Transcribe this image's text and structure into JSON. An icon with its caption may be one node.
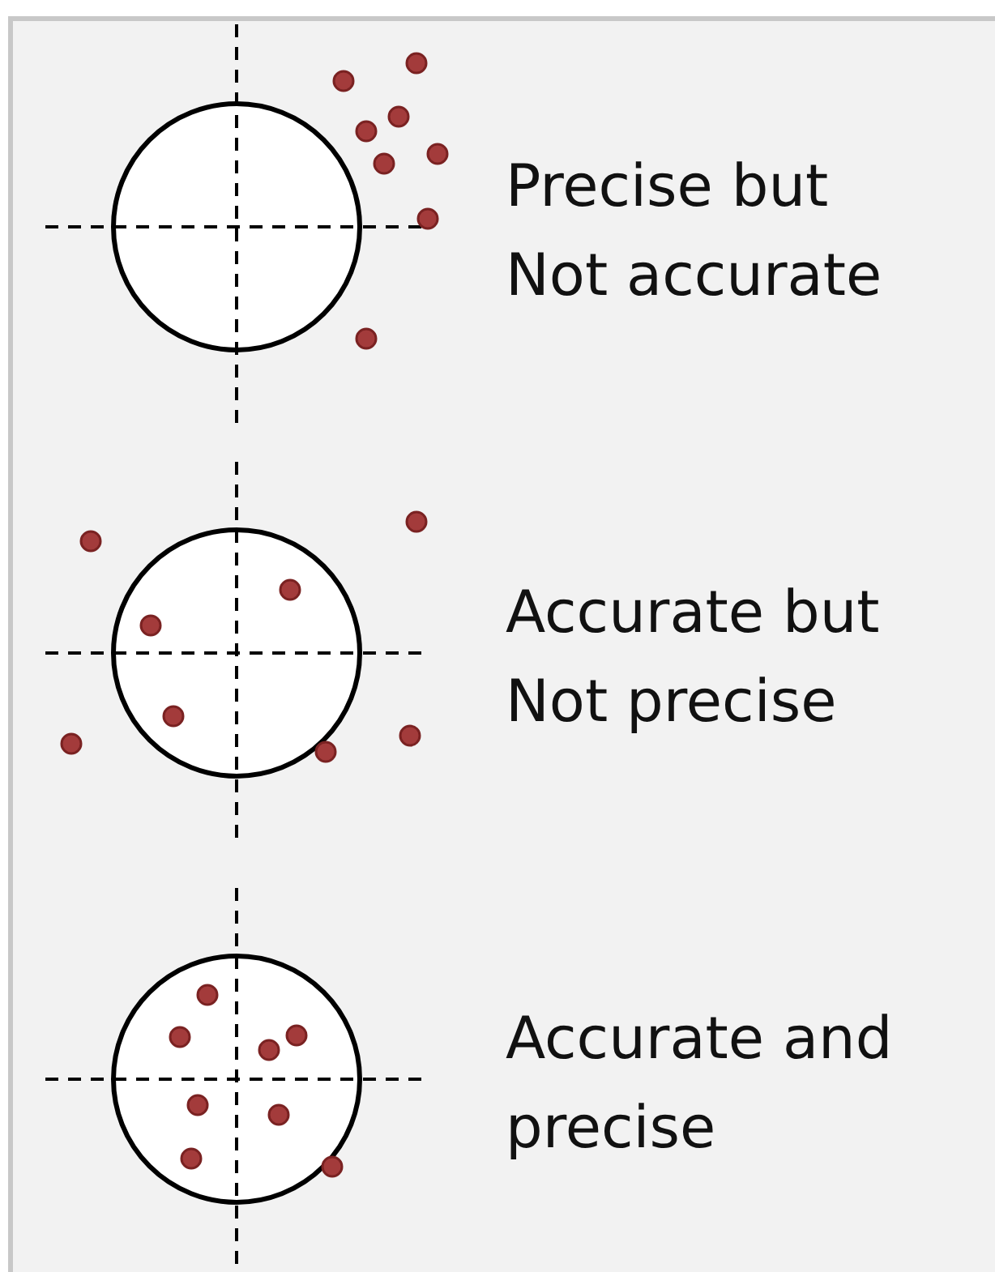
{
  "diagram": {
    "labels": [
      "Precise but Not accurate",
      "Accurate but Not precise",
      "Accurate and precise"
    ]
  }
}
